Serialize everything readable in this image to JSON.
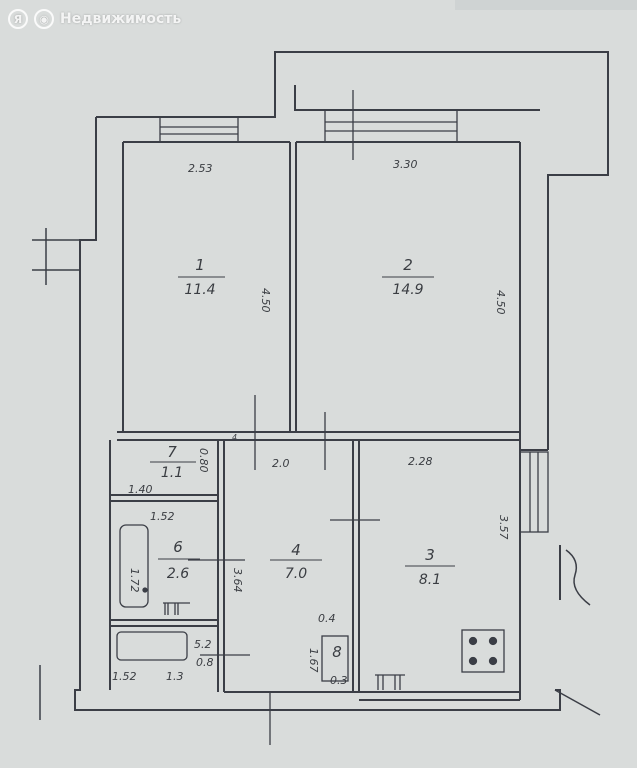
{
  "watermark": {
    "logo_text": "Я",
    "logo_icon": "pin-icon",
    "brand": "Недвижимость"
  },
  "rooms": [
    {
      "id": "1",
      "area": "11.4"
    },
    {
      "id": "2",
      "area": "14.9"
    },
    {
      "id": "3",
      "area": "8.1"
    },
    {
      "id": "4",
      "area": "7.0"
    },
    {
      "id": "6",
      "area": "2.6"
    },
    {
      "id": "7",
      "area": "1.1"
    },
    {
      "id": "8",
      "area": ""
    }
  ],
  "dimensions": {
    "room1_width": "2.53",
    "room2_width": "3.30",
    "room1_length": "4.50",
    "room2_length": "4.50",
    "room3_width": "2.28",
    "room3_length": "3.57",
    "room4_width": "2.0",
    "room4_length": "3.64",
    "room7_width": "1.40",
    "room7_length": "0.80",
    "room6_width": "1.52",
    "room6_length": "1.72",
    "wc_width": "1.52",
    "wc_width2": "1.3",
    "wc_length": "0.8",
    "wc_side": "5.2",
    "closet_width": "0.4",
    "closet_length": "1.67",
    "closet_depth": "0.3",
    "marker": "4"
  }
}
